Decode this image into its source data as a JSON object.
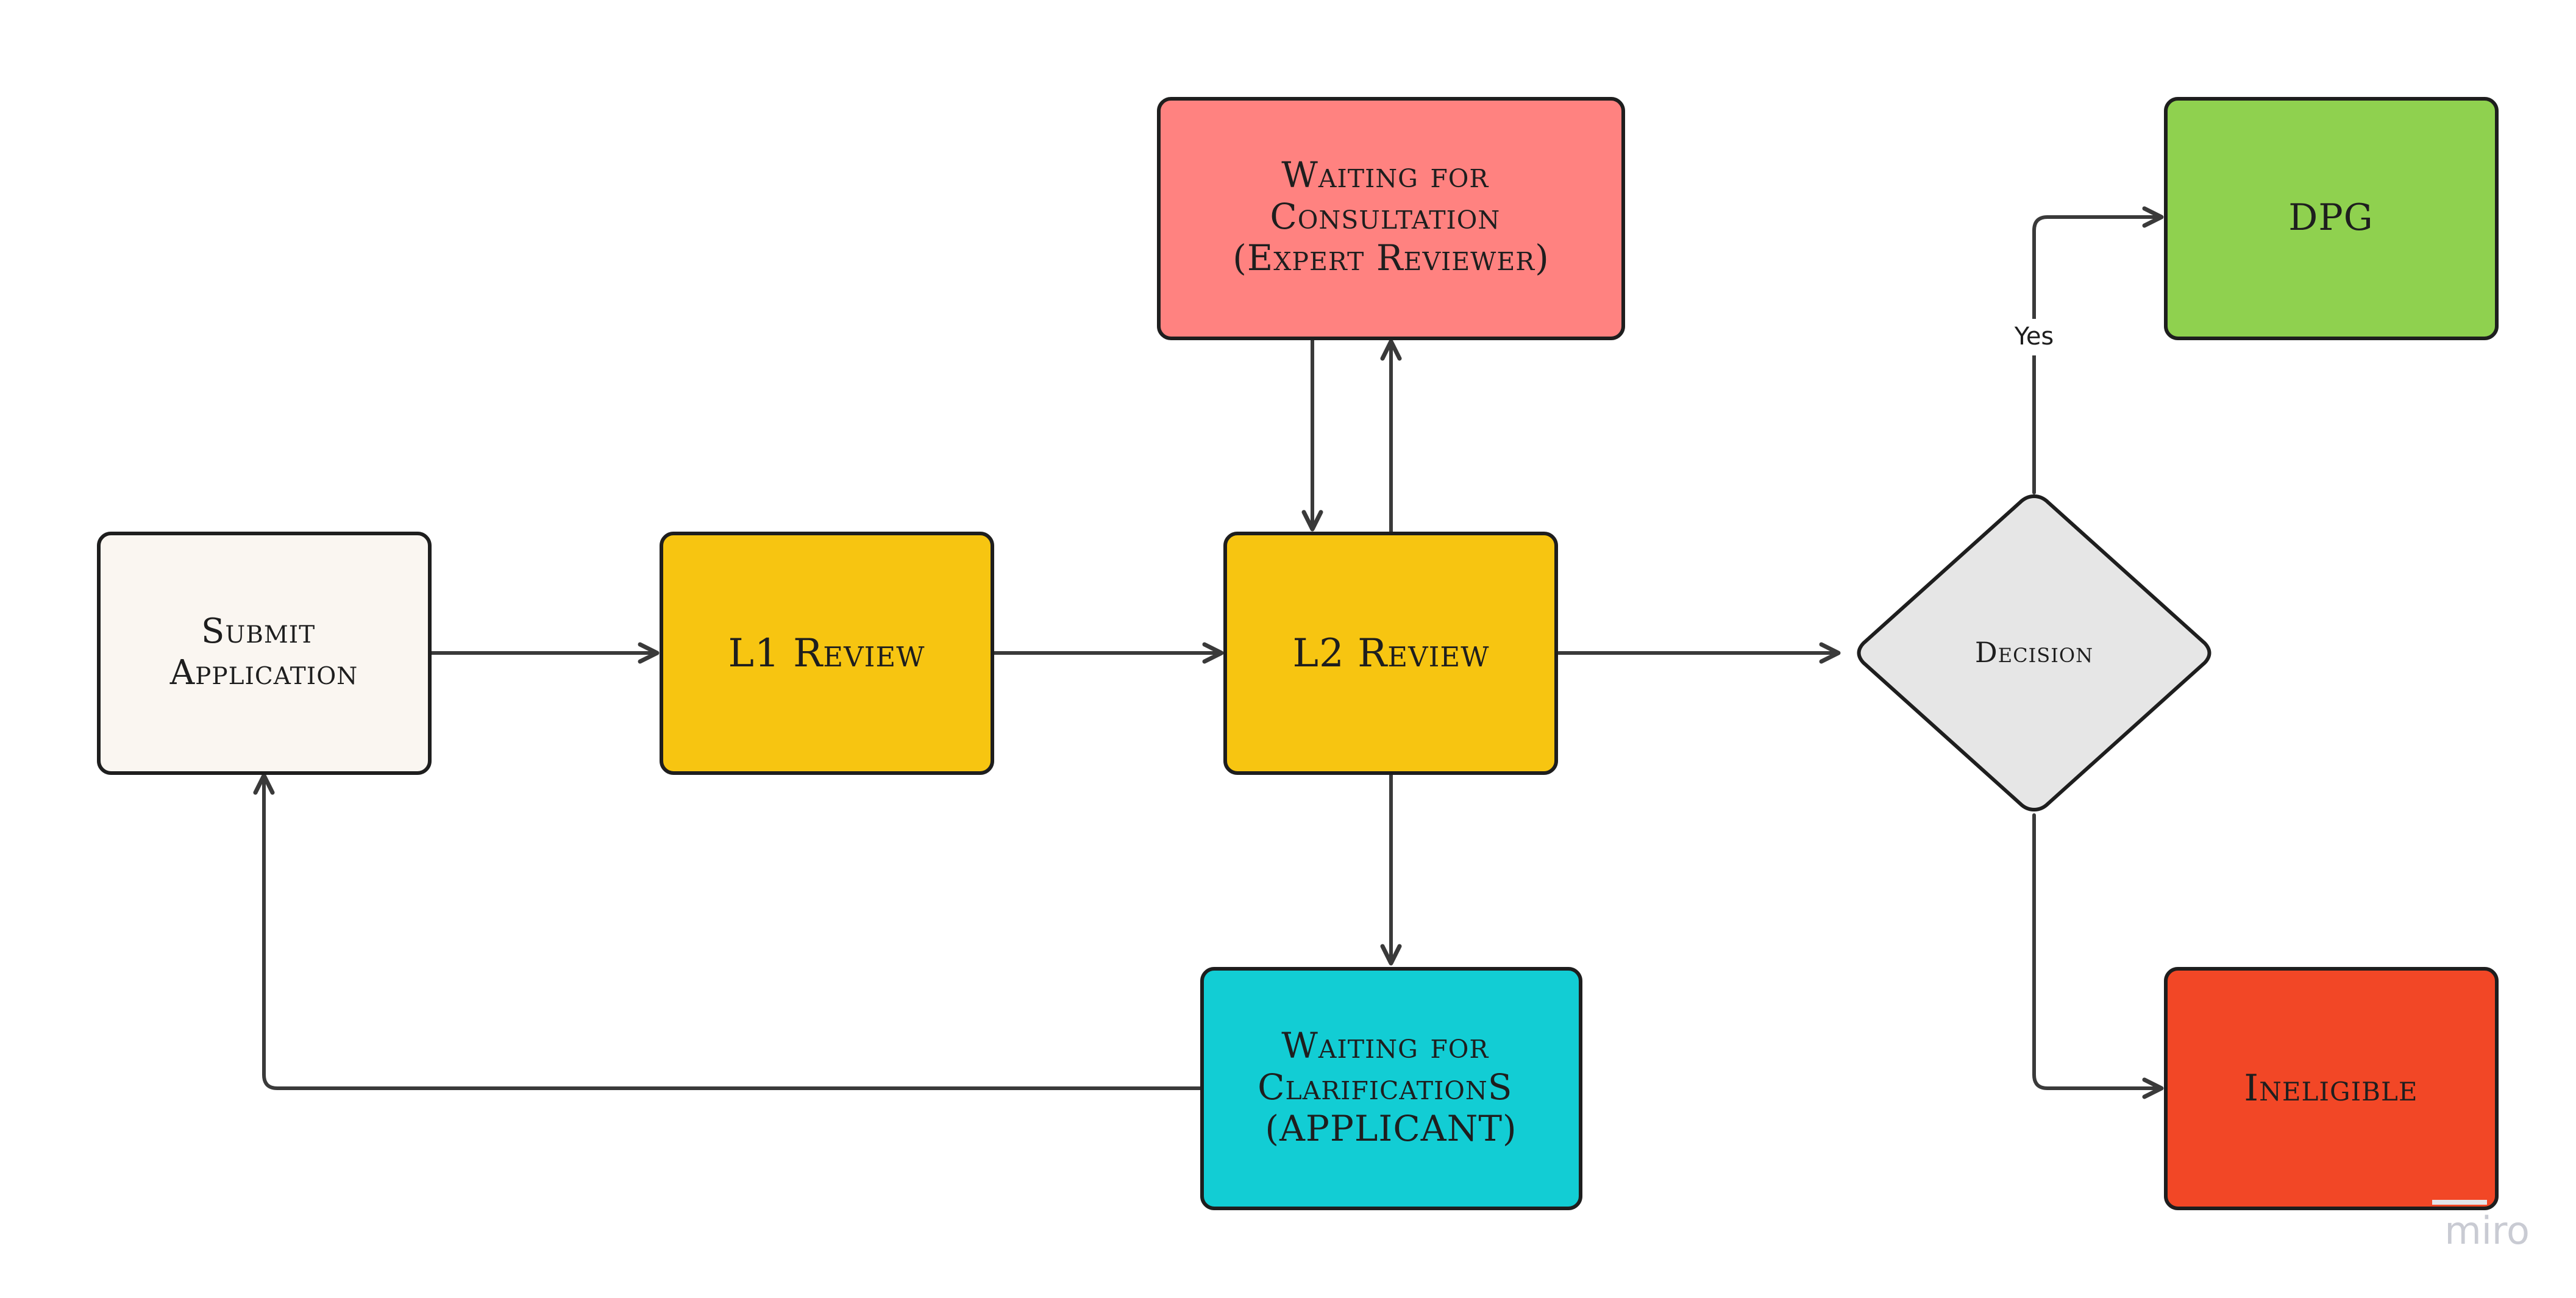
{
  "nodes": {
    "submit": {
      "lines": [
        "Submit",
        "Application"
      ],
      "color": "#faf6f1"
    },
    "l1": {
      "lines": [
        "L1 Review"
      ],
      "color": "#f7c511"
    },
    "l2": {
      "lines": [
        "L2 Review"
      ],
      "color": "#f7c511"
    },
    "consult": {
      "lines": [
        "Waiting for",
        "Consultation",
        "(Expert Reviewer)"
      ],
      "color": "#ff8280"
    },
    "clarify": {
      "lines": [
        "Waiting for",
        "ClarificationS",
        "(APPLICANT)"
      ],
      "color": "#12cdd4"
    },
    "decision": {
      "lines": [
        "Decision"
      ],
      "color": "#e6e6e6"
    },
    "dpg": {
      "lines": [
        "DPG"
      ],
      "color": "#8fd14f"
    },
    "ineligible": {
      "lines": [
        "Ineligible"
      ],
      "color": "#f24726"
    }
  },
  "edge_labels": {
    "yes": "Yes"
  },
  "colors": {
    "stroke": "#1e1e1e",
    "connector": "#3a3a3a"
  },
  "watermark": "miro"
}
